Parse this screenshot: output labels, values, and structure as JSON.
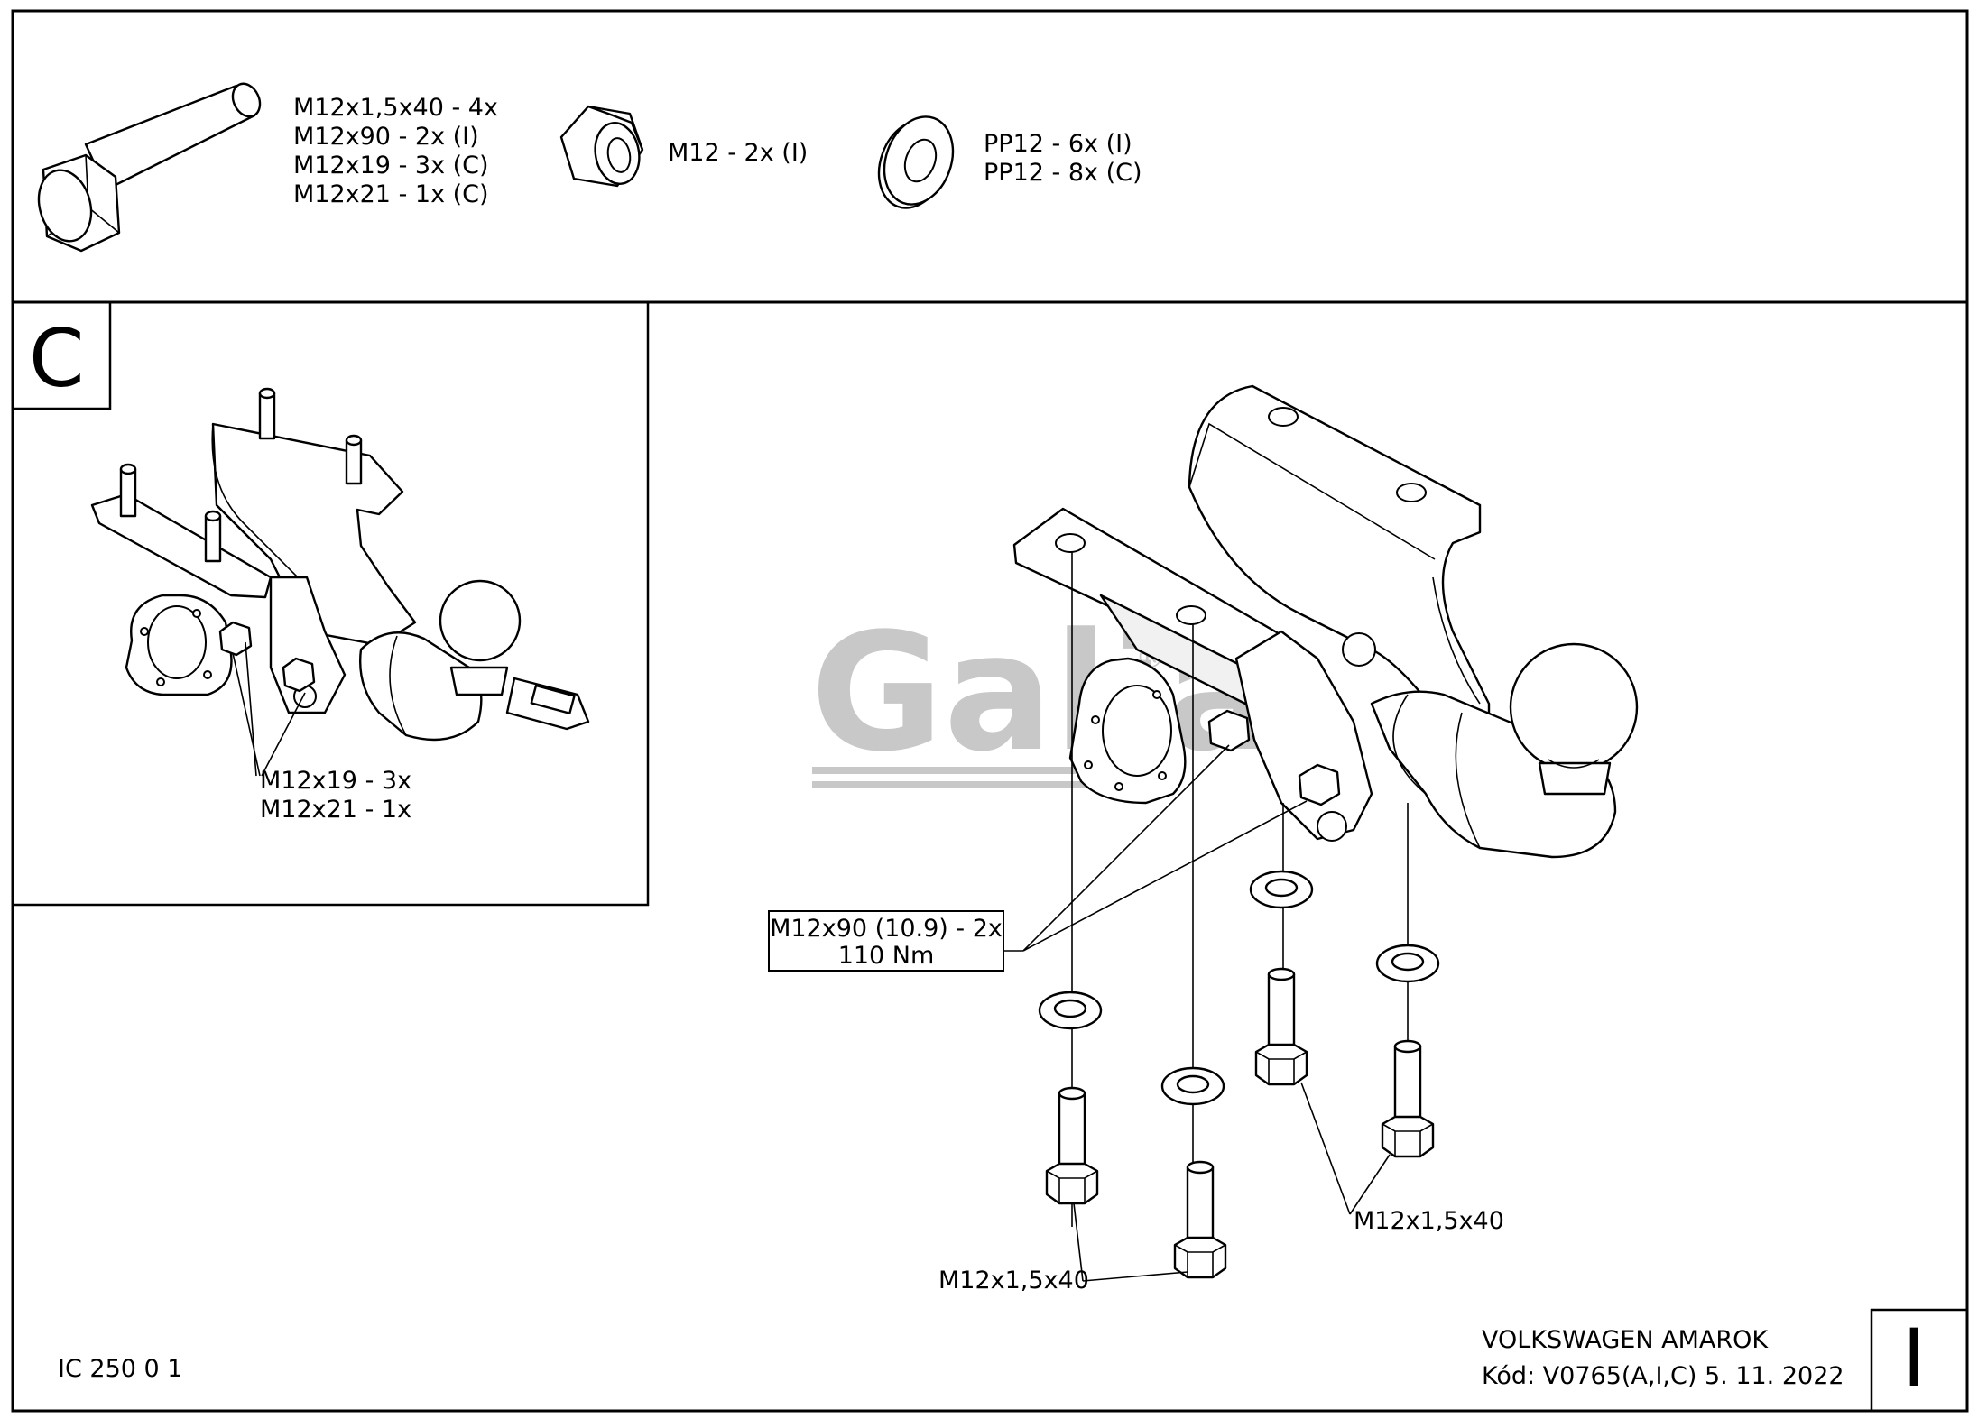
{
  "parts_list": {
    "bolt": {
      "icon": "hex-bolt-icon",
      "lines": [
        "M12x1,5x40 - 4x",
        "M12x90 - 2x (I)",
        "M12x19 - 3x (C)",
        "M12x21 - 1x (C)"
      ]
    },
    "nut": {
      "icon": "hex-nut-icon",
      "lines": [
        "M12 - 2x (I)"
      ]
    },
    "washer": {
      "icon": "washer-icon",
      "lines": [
        "PP12 - 6x (I)",
        "PP12 - 8x (C)"
      ]
    }
  },
  "detail_c": {
    "marker": "C",
    "callout_lines": [
      "M12x19 - 3x",
      "M12x21 - 1x"
    ]
  },
  "detail_i": {
    "marker": "I",
    "torque_box": [
      "M12x90 (10.9) - 2x",
      "110 Nm"
    ],
    "bolt_label_left": "M12x1,5x40",
    "bolt_label_right": "M12x1,5x40"
  },
  "watermark": {
    "text": "Galia",
    "mark": "®",
    "color": "#c8c8c8"
  },
  "footer": {
    "doc_code": "IC 250 0 1",
    "vehicle": "VOLKSWAGEN AMAROK",
    "kod_line": "Kód: V0765(A,I,C)  5. 11. 2022"
  }
}
